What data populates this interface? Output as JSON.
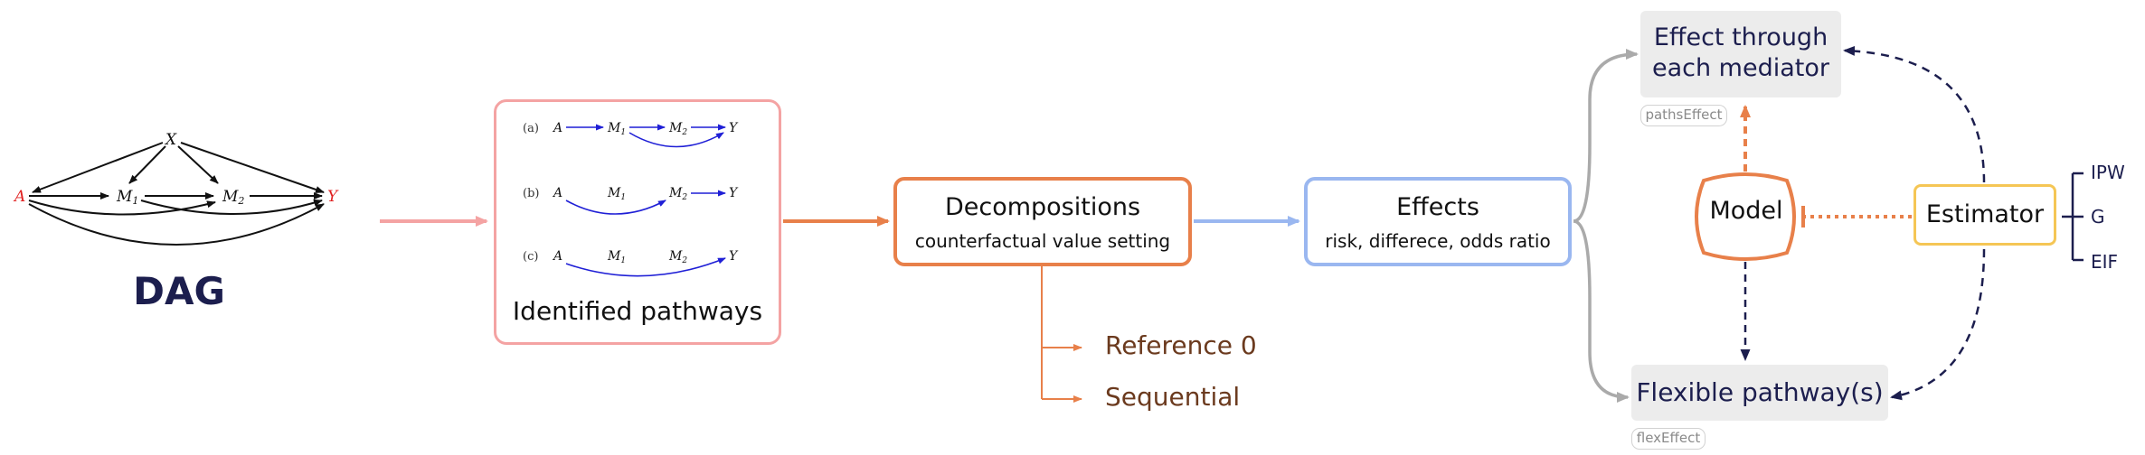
{
  "dag": {
    "title": "DAG",
    "nodes": {
      "X": "X",
      "A": "A",
      "M1": "M",
      "M2": "M",
      "Y": "Y",
      "sub1": "1",
      "sub2": "2"
    }
  },
  "pathways": {
    "title": "Identified pathways",
    "rows": [
      {
        "label": "(a)"
      },
      {
        "label": "(b)"
      },
      {
        "label": "(c)"
      }
    ]
  },
  "decompositions": {
    "title": "Decompositions",
    "subtitle": "counterfactual value setting"
  },
  "references": {
    "reference0": "Reference 0",
    "sequential": "Sequential"
  },
  "effects": {
    "title": "Effects",
    "subtitle": "risk, differece, odds ratio"
  },
  "effect_through": {
    "line1": "Effect through",
    "line2": "each mediator",
    "tag": "pathsEffect"
  },
  "flexible": {
    "title": "Flexible pathway(s)",
    "tag": "flexEffect"
  },
  "model": {
    "label": "Model"
  },
  "estimator": {
    "label": "Estimator",
    "options": [
      "IPW",
      "G",
      "EIF"
    ]
  },
  "colors": {
    "navy": "#1c1e4e",
    "orange": "#e8804a",
    "pink": "#f4a3a3",
    "blue": "#9ab7f0",
    "yellow": "#f5c655",
    "grey_box": "#ececec",
    "dag_red": "#e02020",
    "pathway_blue": "#1f1fd6",
    "reference_brown": "#6b3a1e"
  }
}
